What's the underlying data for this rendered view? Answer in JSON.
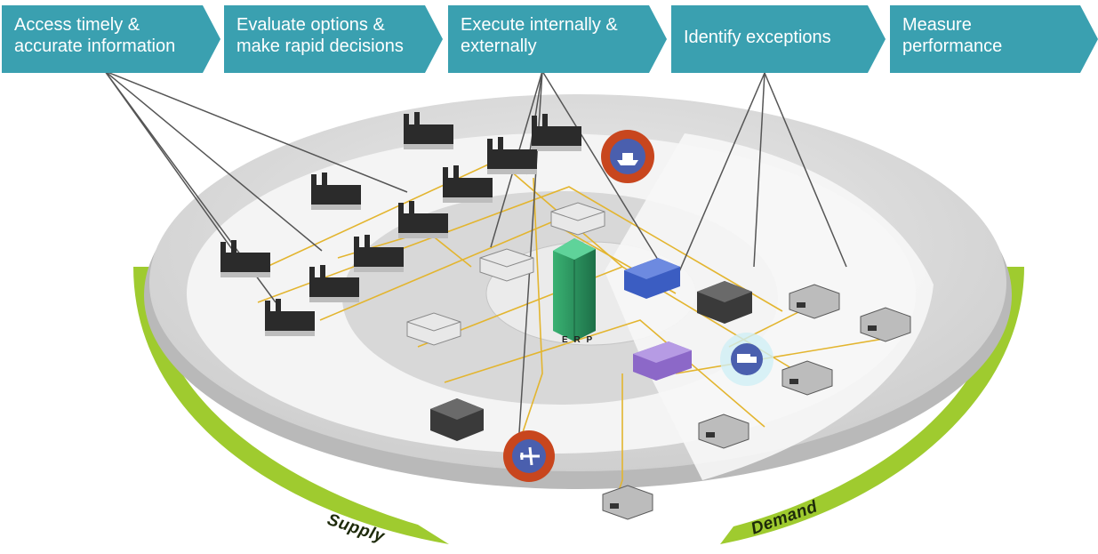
{
  "process_steps": [
    {
      "line1": "Access timely &",
      "line2": "accurate information"
    },
    {
      "line1": "Evaluate options &",
      "line2": "make rapid decisions"
    },
    {
      "line1": "Execute internally &",
      "line2": "externally"
    },
    {
      "line1": "Identify exceptions",
      "line2": ""
    },
    {
      "line1": "Measure",
      "line2": "performance"
    }
  ],
  "ring_labels": {
    "supply": "Supply",
    "demand": "Demand"
  },
  "hub": {
    "label": "E R P"
  },
  "colors": {
    "chevron": "#3aa0b0",
    "ring_green": "#9fcb2f",
    "disc": "#dedede",
    "wire": "#e3b52f",
    "transport_ring": "#c8461e",
    "transport_core": "#4a5fae",
    "tower": "#2e9b62",
    "warehouse_blue": "#3b5dc2",
    "warehouse_purple": "#8c68c8",
    "connector": "#3b4a2e"
  },
  "icons": {
    "factory": "factory-icon",
    "distribution_center": "distribution-center-icon",
    "ship": "ship-transport-icon",
    "plane": "airplane-transport-icon",
    "truck": "truck-transport-icon",
    "tower": "headquarters-tower-icon",
    "store": "retail-store-icon",
    "pc": "terminal-icon",
    "warehouse": "warehouse-icon"
  }
}
